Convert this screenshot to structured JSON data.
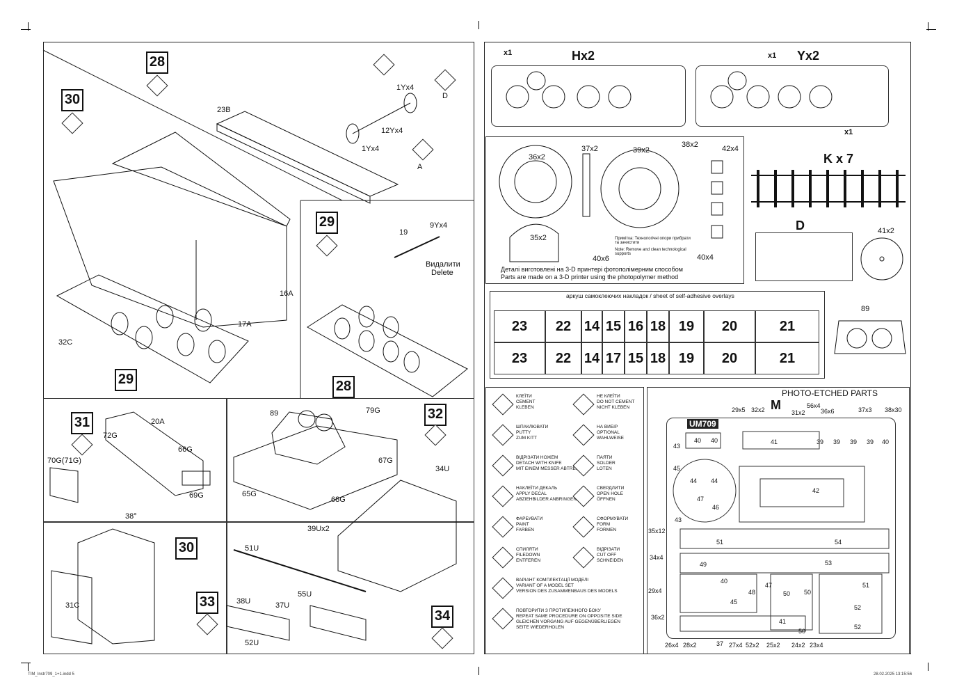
{
  "steps": {
    "s28": "28",
    "s30": "30",
    "s29": "29",
    "s31": "31",
    "s32": "32",
    "s30b": "30",
    "s33": "33",
    "s34": "34",
    "s29b": "29",
    "s28b": "28"
  },
  "labels": {
    "p23B": "23B",
    "p1Yx4a": "1Yx4",
    "p1Yx4b": "1Yx4",
    "p12Yx4": "12Yx4",
    "pD": "D",
    "pA": "A",
    "p16A": "16A",
    "p17A": "17A",
    "p32C": "32C",
    "p19": "19",
    "p9Yx4": "9Yx4",
    "remove_ua": "Видалити",
    "remove_en": "Delete",
    "p20A": "20A",
    "p72G": "72G",
    "p66G": "66G",
    "p70G": "70G(71G)",
    "p69G": "69G",
    "angle": "38°",
    "p89": "89",
    "p79G": "79G",
    "p65G": "65G",
    "p68G": "68G",
    "p67G": "67G",
    "p34U": "34U",
    "p31C": "31C",
    "p39U": "39Ux2",
    "p51U": "51U",
    "p55U": "55U",
    "p38U": "38U",
    "p37U": "37U",
    "p52U": "52U"
  },
  "sprues": {
    "h_title": "Hx2",
    "h_x1": "x1",
    "y_title": "Yx2",
    "y_x1a": "x1",
    "y_x1b": "x1",
    "k_title": "K x 7",
    "d_title": "D",
    "p41": "41x2",
    "p89": "89"
  },
  "printed": {
    "p36": "36x2",
    "p37": "37x2",
    "p39": "39x2",
    "p38": "38x2",
    "p42": "42x4",
    "p35": "35x2",
    "p40a": "40x6",
    "p40b": "40x4",
    "note_ua": "Примітка: Технологічні опори прибрати та зачистити",
    "note_en": "Note: Remove and clean technological supports",
    "caption_ua": "Деталі виготовлені на 3-D принтері фотополімерним способом",
    "caption_en": "Parts are made on a 3-D printer using the photopolymer method"
  },
  "overlay": {
    "title": "аркуш самоклеючих накладок / sheet of self-adhesive overlays",
    "row1": [
      "23",
      "22",
      "14",
      "15",
      "16",
      "18",
      "19",
      "20",
      "21"
    ],
    "row2": [
      "23",
      "22",
      "14",
      "17",
      "15",
      "18",
      "19",
      "20",
      "21"
    ]
  },
  "legend": [
    {
      "icon": "cement-icon",
      "text": "КЛЕЇТИ\nCEMENT\nKLEBEN"
    },
    {
      "icon": "no-cement-icon",
      "text": "НЕ КЛЕЇТИ\nDO NOT CEMENT\nNICHT KLEBEN"
    },
    {
      "icon": "putty-icon",
      "text": "ШПАКЛЮВАТИ\nPUTTY\nZUM KITT"
    },
    {
      "icon": "optional-icon",
      "text": "НА ВИБІР\nOPTIONAL\nWAHLWEISE"
    },
    {
      "icon": "knife-icon",
      "text": "ВІДРІЗАТИ НОЖЕМ\nDETACH WITH KNIFE\nMIT EINEM MESSER ABTRENNEN"
    },
    {
      "icon": "solder-icon",
      "text": "ПАЯТИ\nSOLDER\nLOTEN"
    },
    {
      "icon": "decal-icon",
      "text": "НАКЛЕЇТИ ДЕКАЛЬ\nAPPLY DECAL\nABZIEHBILDER ANBRINGEN"
    },
    {
      "icon": "drill-icon",
      "text": "СВЕРДЛИТИ\nOPEN HOLE\nÖFFNEN"
    },
    {
      "icon": "paint-icon",
      "text": "ФАРБУВАТИ\nPAINT\nFARBEN"
    },
    {
      "icon": "form-icon",
      "text": "СФОРМУВАТИ\nFORM\nFORMEN"
    },
    {
      "icon": "file-icon",
      "text": "СПИЛЯТИ\nFILEDOWN\nENTFEREN"
    },
    {
      "icon": "cut-icon",
      "text": "ВІДРІЗАТИ\nCUT OFF\nSCHNEIDEN"
    },
    {
      "icon": "variant-icon",
      "text": "ВАРІАНТ КОМПЛЕКТАЦІЇ МОДЕЛІ\nVARIANT OF A MODEL SET\nVERSION DES ZUSAMMENBAUS DES MODELS"
    },
    {
      "icon": "repeat-icon",
      "text": "ПОВТОРИТИ З ПРОТИЛЕЖНОГО БОКУ\nREPEAT SAME PROCEDURE ON OPPOSITE SIDE\nGLEICHEN VORGANG AUF GEGENÜBERLIEGEN\nSEITE WIEDERHOLEN"
    }
  ],
  "pe": {
    "title": "PHOTO-ETCHED PARTS",
    "sheet": "M",
    "brand": "UM709",
    "top": [
      "29x5",
      "32x2",
      "31x2",
      "56x4",
      "36x6",
      "37x3",
      "38x30"
    ],
    "left": [
      "35x12",
      "34x4",
      "29x4",
      "36x2"
    ],
    "bottom": [
      "26x4",
      "28x2",
      "37",
      "27x4",
      "52x2",
      "25x2",
      "24x2",
      "23x4"
    ],
    "inner": [
      "40",
      "40",
      "41",
      "39",
      "39",
      "39",
      "39",
      "40",
      "43",
      "45",
      "44",
      "44",
      "47",
      "46",
      "42",
      "43",
      "51",
      "54",
      "49",
      "53",
      "40",
      "48",
      "47",
      "50",
      "50",
      "51",
      "45",
      "52",
      "41",
      "52",
      "50"
    ]
  },
  "footer": {
    "left": "TIM_Instr709_1+1.indd   5",
    "right": "28.02.2025   13:15:56"
  }
}
